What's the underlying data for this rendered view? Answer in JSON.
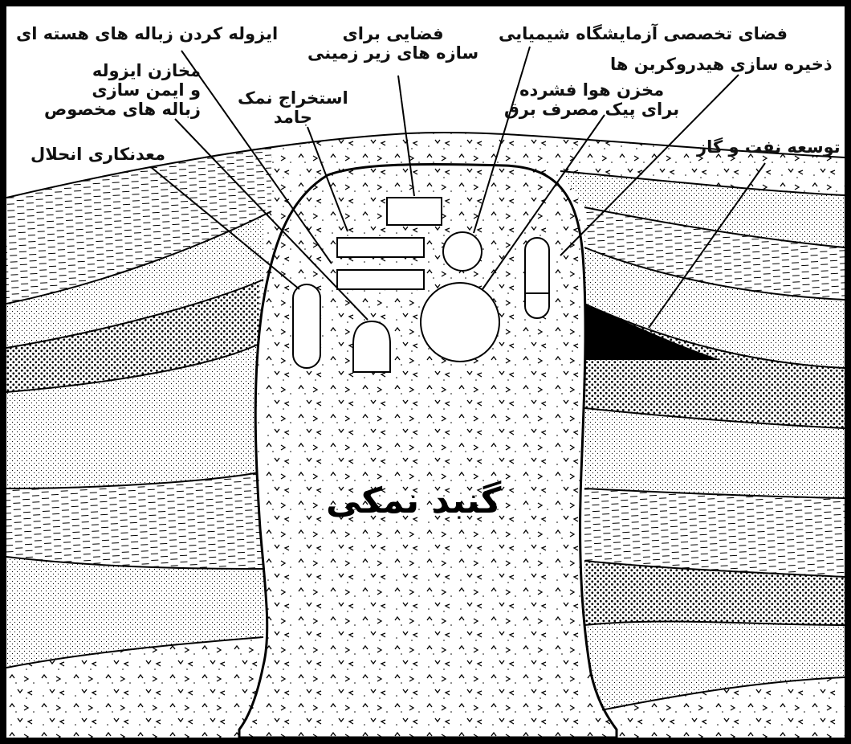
{
  "diagram": {
    "title": "گنبد نمکی",
    "labels": {
      "nuclear_waste": "ایزوله کردن زباله های هسته ای",
      "underground_space_l1": "فضایی برای",
      "underground_space_l2": "سازه های زیر زمینی",
      "chem_lab": "فضای تخصصی آزمایشگاه شیمیایی",
      "special_waste_l1": "مخازن ایزوله",
      "special_waste_l2": "و ایمن سازی",
      "special_waste_l3": "زباله های مخصوص",
      "hydrocarbon": "ذخیره سازی هیدروکربن ها",
      "compressed_air_l1": "مخزن هوا فشرده",
      "compressed_air_l2": "برای پیک مصرف برق",
      "salt_mining_l1": "استخراج نمک",
      "salt_mining_l2": "جامد",
      "oil_gas": "توسعه نفت و گاز",
      "solution_mining": "معدنکاری انحلال"
    },
    "colors": {
      "ink": "#000000",
      "background": "#ffffff"
    }
  }
}
